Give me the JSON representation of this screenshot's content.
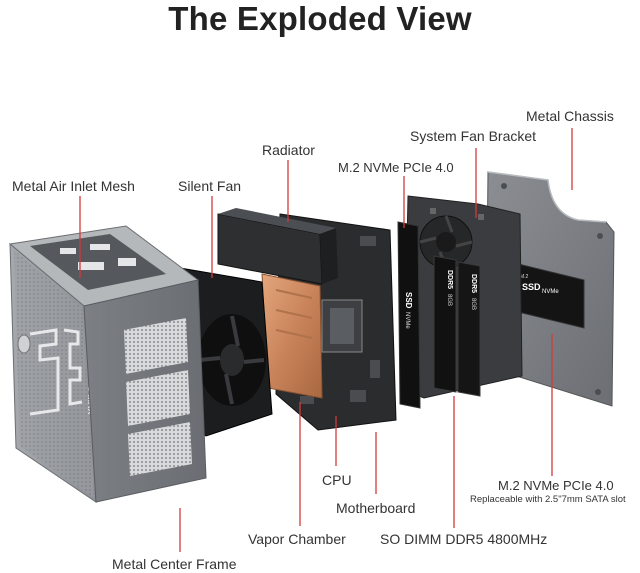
{
  "title": "The Exploded View",
  "accent_color": "#d43a3a",
  "labels": {
    "metal_air_inlet_mesh": "Metal Air Inlet Mesh",
    "silent_fan": "Silent Fan",
    "radiator": "Radiator",
    "m2_top": "M.2 NVMe PCIe 4.0",
    "system_fan_bracket": "System Fan Bracket",
    "metal_chassis": "Metal Chassis",
    "cpu": "CPU",
    "motherboard": "Motherboard",
    "vapor_chamber": "Vapor Chamber",
    "so_dimm": "SO DIMM DDR5 4800MHz",
    "m2_bottom": "M.2 NVMe PCIe 4.0",
    "m2_bottom_note": "Replaceable with 2.5\"7mm SATA slot",
    "metal_center_frame": "Metal Center Frame"
  },
  "printed_marks": {
    "ssd_left": "SSD",
    "ssd_left_sub": "NVMe",
    "ssd_right": "SSD",
    "ssd_right_sub": "NVMe",
    "ssd_right_tag": "M.2",
    "ram_top": "DDR5",
    "ram_bottom": "DDR5",
    "ram_top_sub": "8GB",
    "ram_bottom_sub": "8GB",
    "case_model": "S MAX"
  }
}
